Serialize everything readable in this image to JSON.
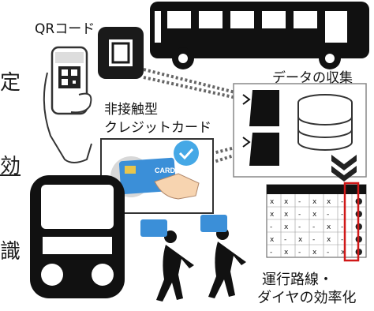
{
  "labels": {
    "qr_code": "QRコード",
    "data_collection": "データの収集",
    "contactless_line1": "非接触型",
    "contactless_line2": "クレジットカード",
    "route_line1": "運行路線・",
    "route_line2": "ダイヤの効率化",
    "card_text": "CARD"
  },
  "edge_text": {
    "row1": "定",
    "row2": "効",
    "row3": "識"
  },
  "table": {
    "row_marks": [
      [
        "x",
        "x",
        "-",
        "x",
        "x",
        "-",
        "●"
      ],
      [
        "x",
        "x",
        "-",
        "x",
        "-",
        "-",
        "●"
      ],
      [
        "-",
        "x",
        "-",
        "-",
        "x",
        "-",
        "●"
      ],
      [
        "x",
        "-",
        "x",
        "-",
        "x",
        "-",
        "●"
      ],
      [
        "-",
        "x",
        "-",
        "x",
        "-",
        "x",
        "●"
      ]
    ]
  },
  "colors": {
    "ink": "#111111",
    "highlight_red": "#d01818",
    "card_blue": "#3b8fd8",
    "check_blue": "#45a8e6",
    "dotted_gray": "#666666"
  },
  "icons": [
    "bus-top-icon",
    "qr-reader-icon",
    "phone-qr-icon",
    "card-reader-icon",
    "database-icon",
    "chevron-down-icon",
    "bus-front-icon",
    "passenger-icon"
  ]
}
